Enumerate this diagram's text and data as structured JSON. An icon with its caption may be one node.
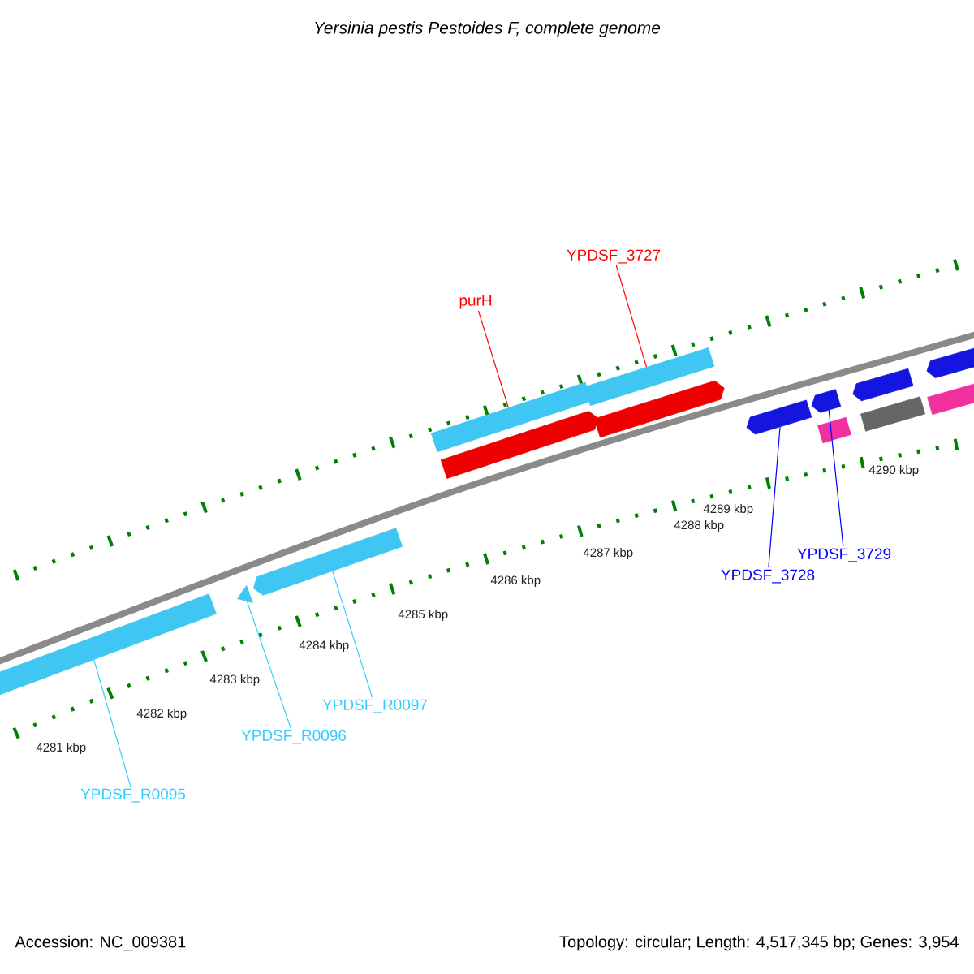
{
  "diagram": {
    "title": "Yersinia pestis Pestoides F, complete genome",
    "nodes": [
      {
        "text": [
          "YPDSF_3727"
        ]
      },
      {
        "text": [
          "purH"
        ]
      },
      {
        "text": [
          "YPDSF_3728"
        ]
      },
      {
        "text": [
          "YPDSF_3729"
        ]
      },
      {
        "text": [
          "YPDSF_R0097"
        ]
      },
      {
        "text": [
          "YPDSF_R0096"
        ]
      },
      {
        "text": [
          "YPDSF_R0095"
        ]
      },
      {
        "text": [],
        "shape": "bar"
      },
      {
        "text": [],
        "shape": "triangle"
      },
      {
        "text": [],
        "shape": "pentagon"
      },
      {
        "text": [],
        "shape": "bar"
      },
      {
        "text": [],
        "shape": "pentagon"
      },
      {
        "text": [],
        "shape": "bar"
      },
      {
        "text": [],
        "shape": "pentagon"
      },
      {
        "text": [],
        "shape": "pentagon"
      },
      {
        "text": [],
        "shape": "pentagon"
      },
      {
        "text": [],
        "shape": "bar"
      },
      {
        "text": [],
        "shape": "pentagon"
      },
      {
        "text": [],
        "shape": "bar"
      },
      {
        "text": [],
        "shape": "pentagon"
      },
      {
        "text": [],
        "shape": "bar"
      }
    ],
    "edges": [
      {
        "from": 0,
        "to": 12,
        "arrow": "none",
        "color": "#ff0000"
      },
      {
        "from": 1,
        "to": 10,
        "arrow": "none",
        "color": "#ff0000"
      },
      {
        "from": 2,
        "to": 14,
        "arrow": "none",
        "color": "#0000ff"
      },
      {
        "from": 3,
        "to": 15,
        "arrow": "none",
        "color": "#0000ff"
      },
      {
        "from": 4,
        "to": 9,
        "arrow": "none",
        "color": "#33ccff"
      },
      {
        "from": 5,
        "to": 8,
        "arrow": "none",
        "color": "#33ccff"
      },
      {
        "from": 6,
        "to": 7,
        "arrow": "none",
        "color": "#33ccff"
      }
    ],
    "labels": [
      "4281 kbp",
      "4282 kbp",
      "4283 kbp",
      "4284 kbp",
      "4285 kbp",
      "4286 kbp",
      "4287 kbp",
      "4288 kbp",
      "4289 kbp",
      "4290 kbp",
      "Accession: NC_009381",
      "Topology: circular; Length: 4,517,345 bp; Genes: 3,954"
    ]
  }
}
